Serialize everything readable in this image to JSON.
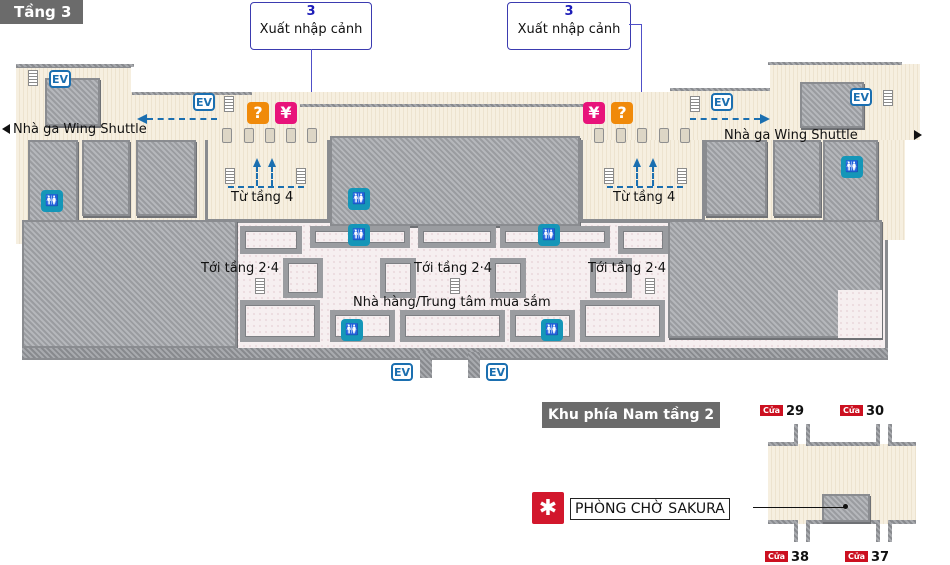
{
  "floor_tag": "Tầng 3",
  "callouts": [
    {
      "number": "3",
      "label": "Xuất nhập cảnh"
    },
    {
      "number": "3",
      "label": "Xuất nhập cảnh"
    }
  ],
  "labels": {
    "shuttle_left": "Nhà ga Wing Shuttle",
    "shuttle_right": "Nhà ga Wing Shuttle",
    "from_floor4_left": "Từ tầng 4",
    "from_floor4_right": "Từ tầng 4",
    "to_floor24_a": "Tới tầng 2·4",
    "to_floor24_b": "Tới tầng 2·4",
    "to_floor24_c": "Tới tầng 2·4",
    "restaurants": "Nhà hàng/Trung tâm mua sắm"
  },
  "icons": {
    "ev": "EV",
    "info": "?",
    "currency": "¥",
    "restroom": "🚻"
  },
  "south": {
    "title": "Khu phía Nam tầng 2",
    "gate_badge": "Cửa",
    "gates": [
      "29",
      "30",
      "38",
      "37"
    ],
    "lounge": "PHÒNG CHỜ SAKURA",
    "lounge_icon_text": "Sakura Lounge",
    "lounge_glyph": "✱"
  },
  "colors": {
    "ev_blue": "#1b6fb0",
    "restroom_teal": "#1596b8",
    "info_orange": "#f08a0a",
    "currency_pink": "#e8137a",
    "gate_red": "#cc1020",
    "callout_blue": "#1d1db8"
  }
}
